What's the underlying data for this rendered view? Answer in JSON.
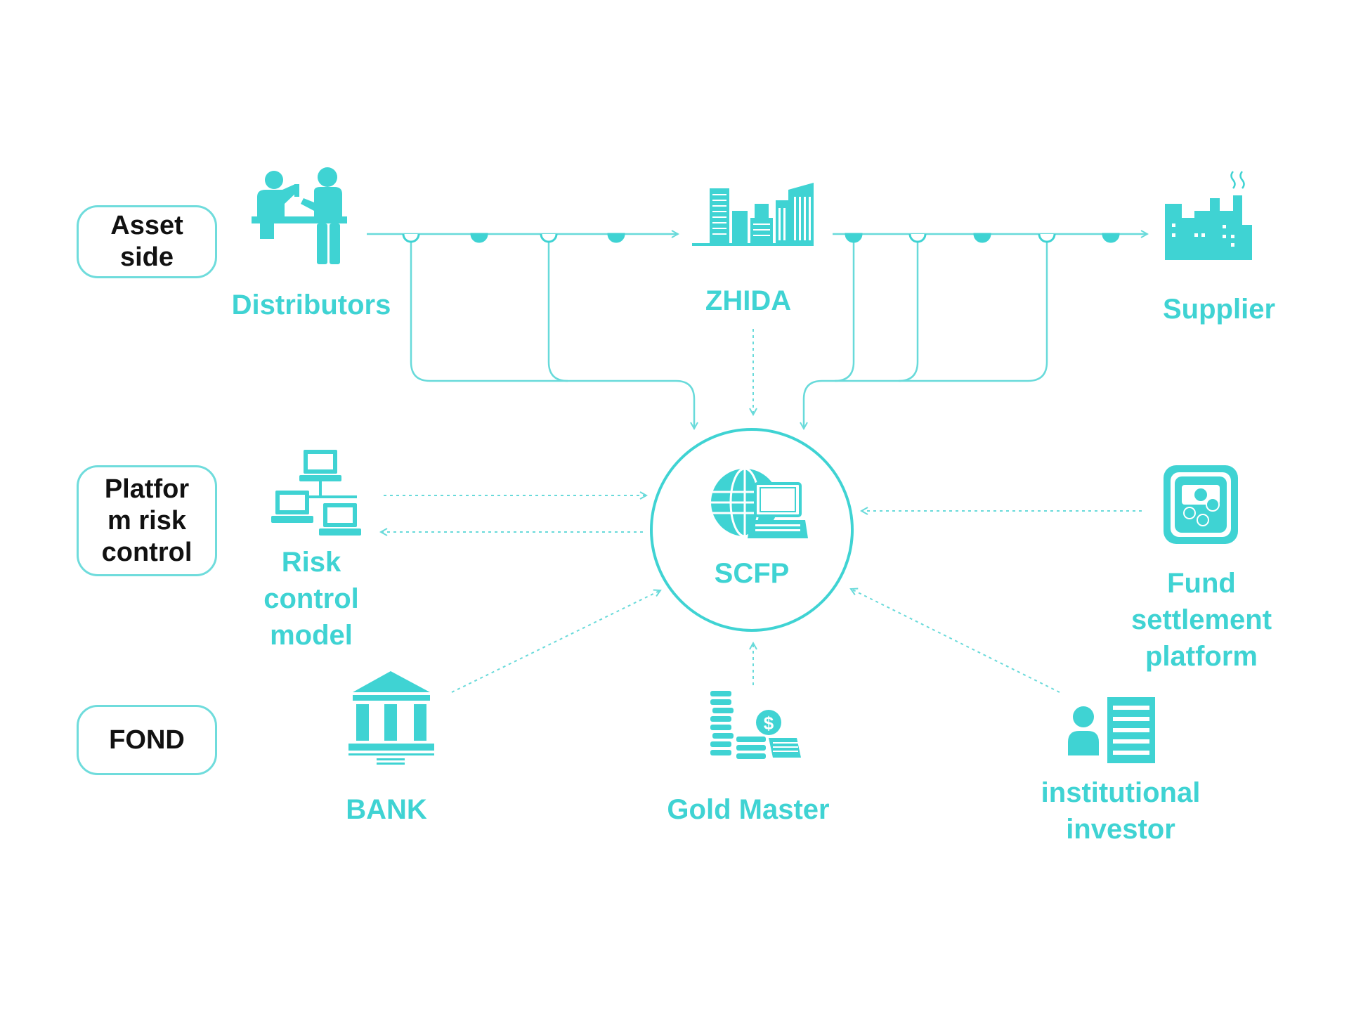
{
  "colors": {
    "accent": "#3fd3d3",
    "connector": "#68dada",
    "label_border": "#6fdcdc",
    "label_text": "#111111"
  },
  "row_labels": {
    "asset_side": "Asset\nside",
    "platform_risk_control": "Platfor\nm risk\ncontrol",
    "fond": "FOND"
  },
  "nodes": {
    "distributors": {
      "label": "Distributors",
      "icon": "distributors-icon"
    },
    "zhida": {
      "label": "ZHIDA",
      "icon": "city-buildings-icon"
    },
    "supplier": {
      "label": "Supplier",
      "icon": "factory-icon"
    },
    "scfp": {
      "label": "SCFP",
      "icon": "globe-laptop-icon"
    },
    "risk_control_model": {
      "label": "Risk\ncontrol\nmodel",
      "icon": "computer-network-icon"
    },
    "fund_settlement_platform": {
      "label": "Fund\nsettlement\nplatform",
      "icon": "currency-terminal-icon"
    },
    "bank": {
      "label": "BANK",
      "icon": "bank-icon"
    },
    "gold_master": {
      "label": "Gold Master",
      "icon": "coins-money-icon"
    },
    "institutional_investor": {
      "label": "institutional\ninvestor",
      "icon": "investor-list-icon"
    }
  }
}
